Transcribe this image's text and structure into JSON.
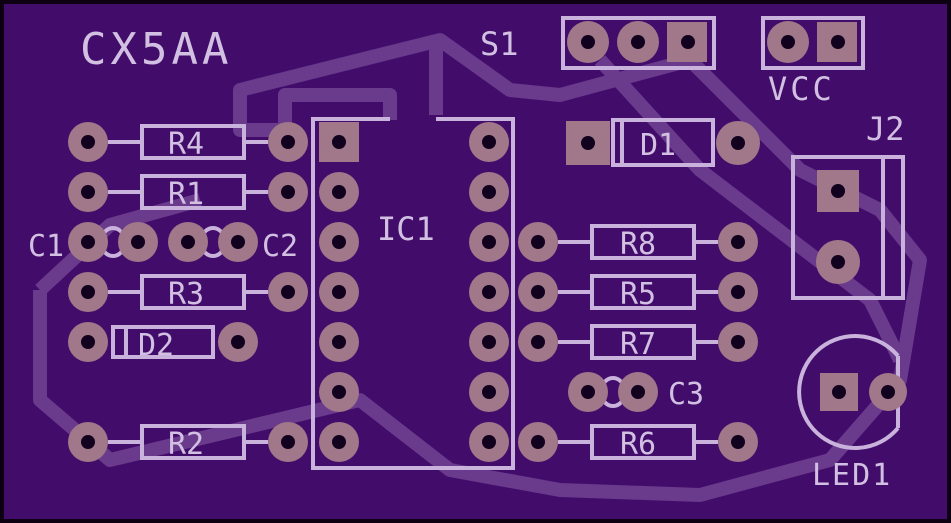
{
  "board": {
    "title": "CX5AA",
    "colors": {
      "board": "#420c6b",
      "silkscreen": "#c9b3dc",
      "pad": "#a07889",
      "drill": "#11001e"
    }
  },
  "components": {
    "s1": {
      "label": "S1"
    },
    "vcc": {
      "label": "VCC"
    },
    "j2": {
      "label": "J2"
    },
    "ic1": {
      "label": "IC1"
    },
    "d1": {
      "label": "D1"
    },
    "d2": {
      "label": "D2"
    },
    "led1": {
      "label": "LED1"
    },
    "r1": {
      "label": "R1"
    },
    "r2": {
      "label": "R2"
    },
    "r3": {
      "label": "R3"
    },
    "r4": {
      "label": "R4"
    },
    "r5": {
      "label": "R5"
    },
    "r6": {
      "label": "R6"
    },
    "r7": {
      "label": "R7"
    },
    "r8": {
      "label": "R8"
    },
    "c1": {
      "label": "C1"
    },
    "c2": {
      "label": "C2"
    },
    "c3": {
      "label": "C3"
    }
  }
}
